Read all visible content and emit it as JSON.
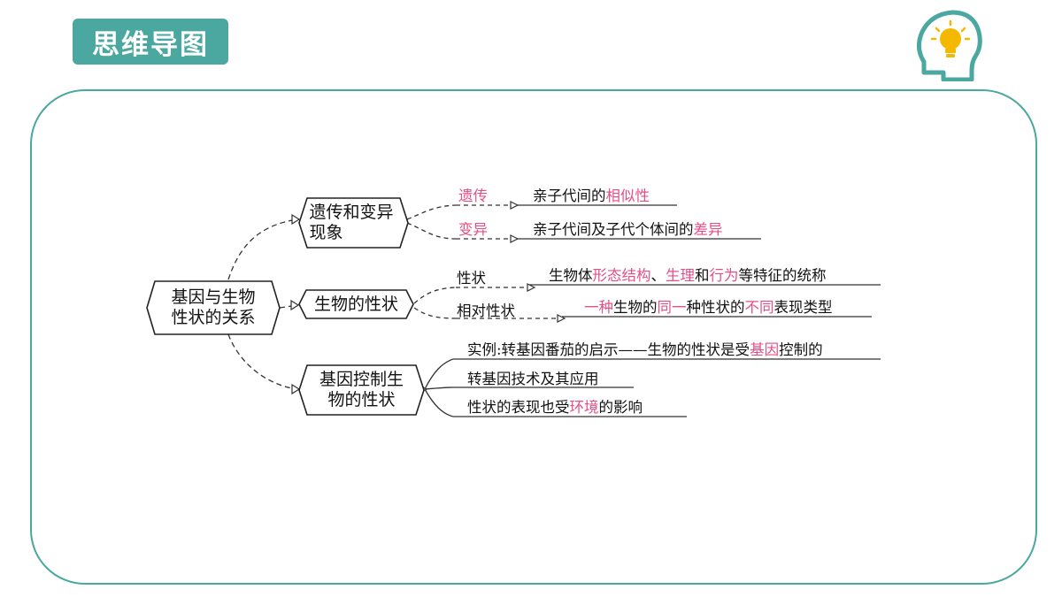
{
  "header": {
    "title": "思维导图",
    "icon": "head-lightbulb-icon"
  },
  "colors": {
    "accent": "#4aa8a0",
    "highlight": "#e64f86",
    "ink": "#111111"
  },
  "mindmap": {
    "root": "基因与生物性状的关系",
    "branches": [
      {
        "label": "遗传和变异现象",
        "items": [
          {
            "term": "遗传",
            "text": [
              [
                "亲子代间的",
                false
              ],
              [
                "相似性",
                true
              ]
            ]
          },
          {
            "term": "变异",
            "text": [
              [
                "亲子代间及子代个体间的",
                false
              ],
              [
                "差异",
                true
              ]
            ]
          }
        ]
      },
      {
        "label": "生物的性状",
        "items": [
          {
            "term": "性状",
            "text": [
              [
                "生物体",
                false
              ],
              [
                "形态结构",
                true
              ],
              [
                "、",
                false
              ],
              [
                "生理",
                true
              ],
              [
                "和",
                false
              ],
              [
                "行为",
                true
              ],
              [
                "等特征的统称",
                false
              ]
            ]
          },
          {
            "term": "相对性状",
            "text": [
              [
                "一种",
                true
              ],
              [
                "生物的",
                false
              ],
              [
                "同一",
                true
              ],
              [
                "种性状的",
                false
              ],
              [
                "不同",
                true
              ],
              [
                "表现类型",
                false
              ]
            ]
          }
        ]
      },
      {
        "label": "基因控制生物的性状",
        "items": [
          {
            "text": [
              [
                "实例:转基因番茄的启示——生物的性状是受",
                false
              ],
              [
                "基因",
                true
              ],
              [
                "控制的",
                false
              ]
            ]
          },
          {
            "text": [
              [
                "转基因技术及其应用",
                false
              ]
            ]
          },
          {
            "text": [
              [
                "性状的表现也受",
                false
              ],
              [
                "环境",
                true
              ],
              [
                "的影响",
                false
              ]
            ]
          }
        ]
      }
    ]
  }
}
